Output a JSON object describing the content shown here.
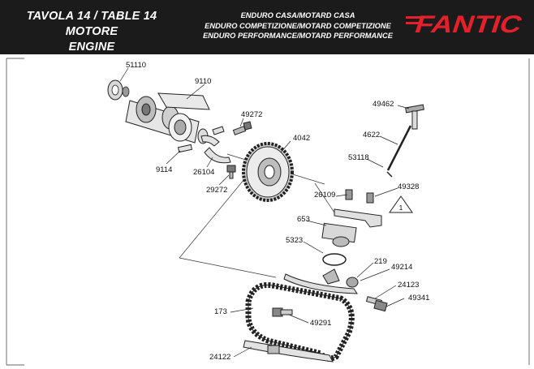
{
  "header": {
    "title_lines": [
      "TAVOLA 14  /  TABLE 14",
      "MOTORE",
      "ENGINE"
    ],
    "subtitle_lines": [
      "ENDURO CASA/MOTARD CASA",
      "ENDURO COMPETIZIONE/MOTARD COMPETIZIONE",
      "ENDURO PERFORMANCE/MOTARD PERFORMANCE"
    ],
    "logo_text": "FANTIC",
    "logo_color": "#e4202a",
    "background": "#1b1b1b"
  },
  "parts": [
    {
      "code": "51110"
    },
    {
      "code": "9110"
    },
    {
      "code": "49272"
    },
    {
      "code": "4042"
    },
    {
      "code": "9114"
    },
    {
      "code": "26104"
    },
    {
      "code": "29272"
    },
    {
      "code": "49462"
    },
    {
      "code": "4622"
    },
    {
      "code": "53118"
    },
    {
      "code": "26109"
    },
    {
      "code": "49328"
    },
    {
      "code": "653"
    },
    {
      "code": "5323"
    },
    {
      "code": "219"
    },
    {
      "code": "49214"
    },
    {
      "code": "24123"
    },
    {
      "code": "49341"
    },
    {
      "code": "173"
    },
    {
      "code": "49291"
    },
    {
      "code": "24122"
    }
  ],
  "note_badge": "1"
}
